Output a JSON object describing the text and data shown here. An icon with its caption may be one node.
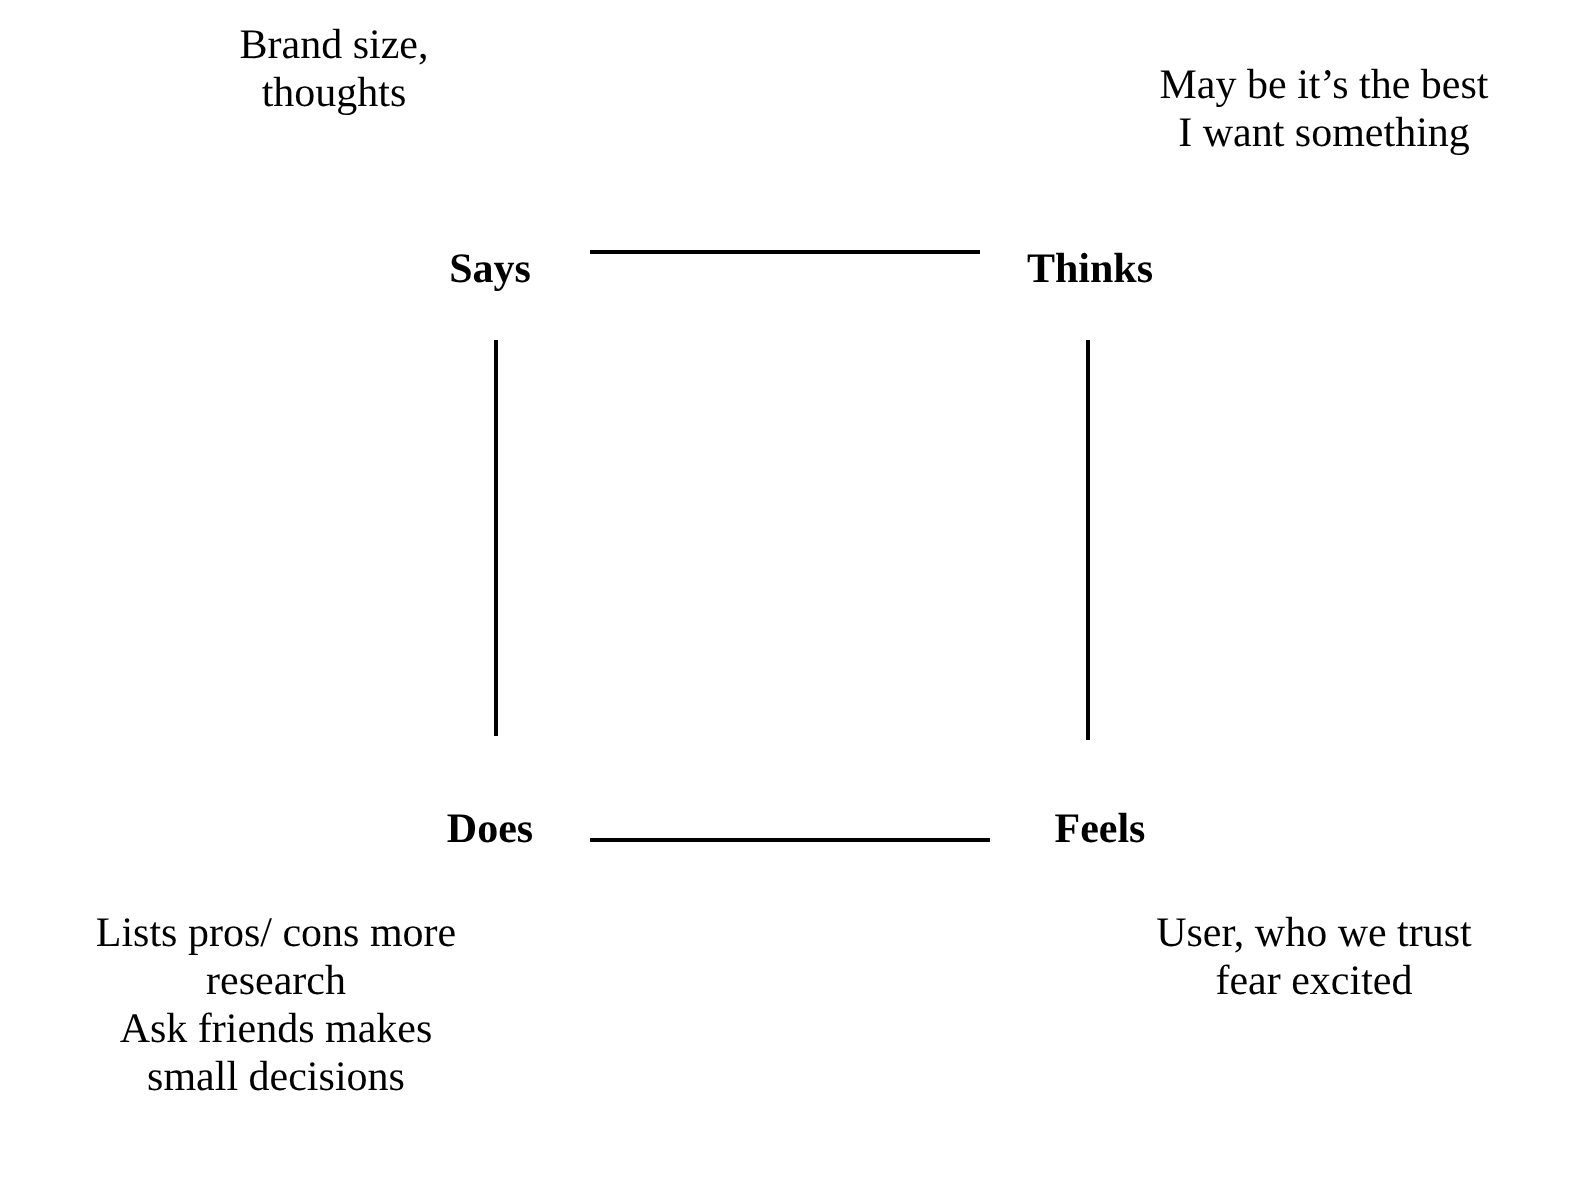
{
  "diagram": {
    "nodes": [
      {
        "text": [
          "Says"
        ]
      },
      {
        "text": [
          "Thinks"
        ],
        "beside": [
          "May be it’s the best",
          "I want something"
        ]
      },
      {
        "text": [
          "Does"
        ],
        "beside": [
          "Lists pros/ cons more research",
          "Ask friends makes small decisions"
        ]
      },
      {
        "text": [
          "Feels"
        ],
        "beside": [
          "User, who we trust",
          "fear excited"
        ]
      }
    ],
    "edges": [
      {
        "from": 0,
        "to": 1,
        "arrow": "none"
      },
      {
        "from": 0,
        "to": 2,
        "arrow": "none"
      },
      {
        "from": 1,
        "to": 3,
        "arrow": "none"
      },
      {
        "from": 2,
        "to": 3,
        "arrow": "none"
      }
    ],
    "labels": [
      "Brand size, thoughts"
    ]
  }
}
